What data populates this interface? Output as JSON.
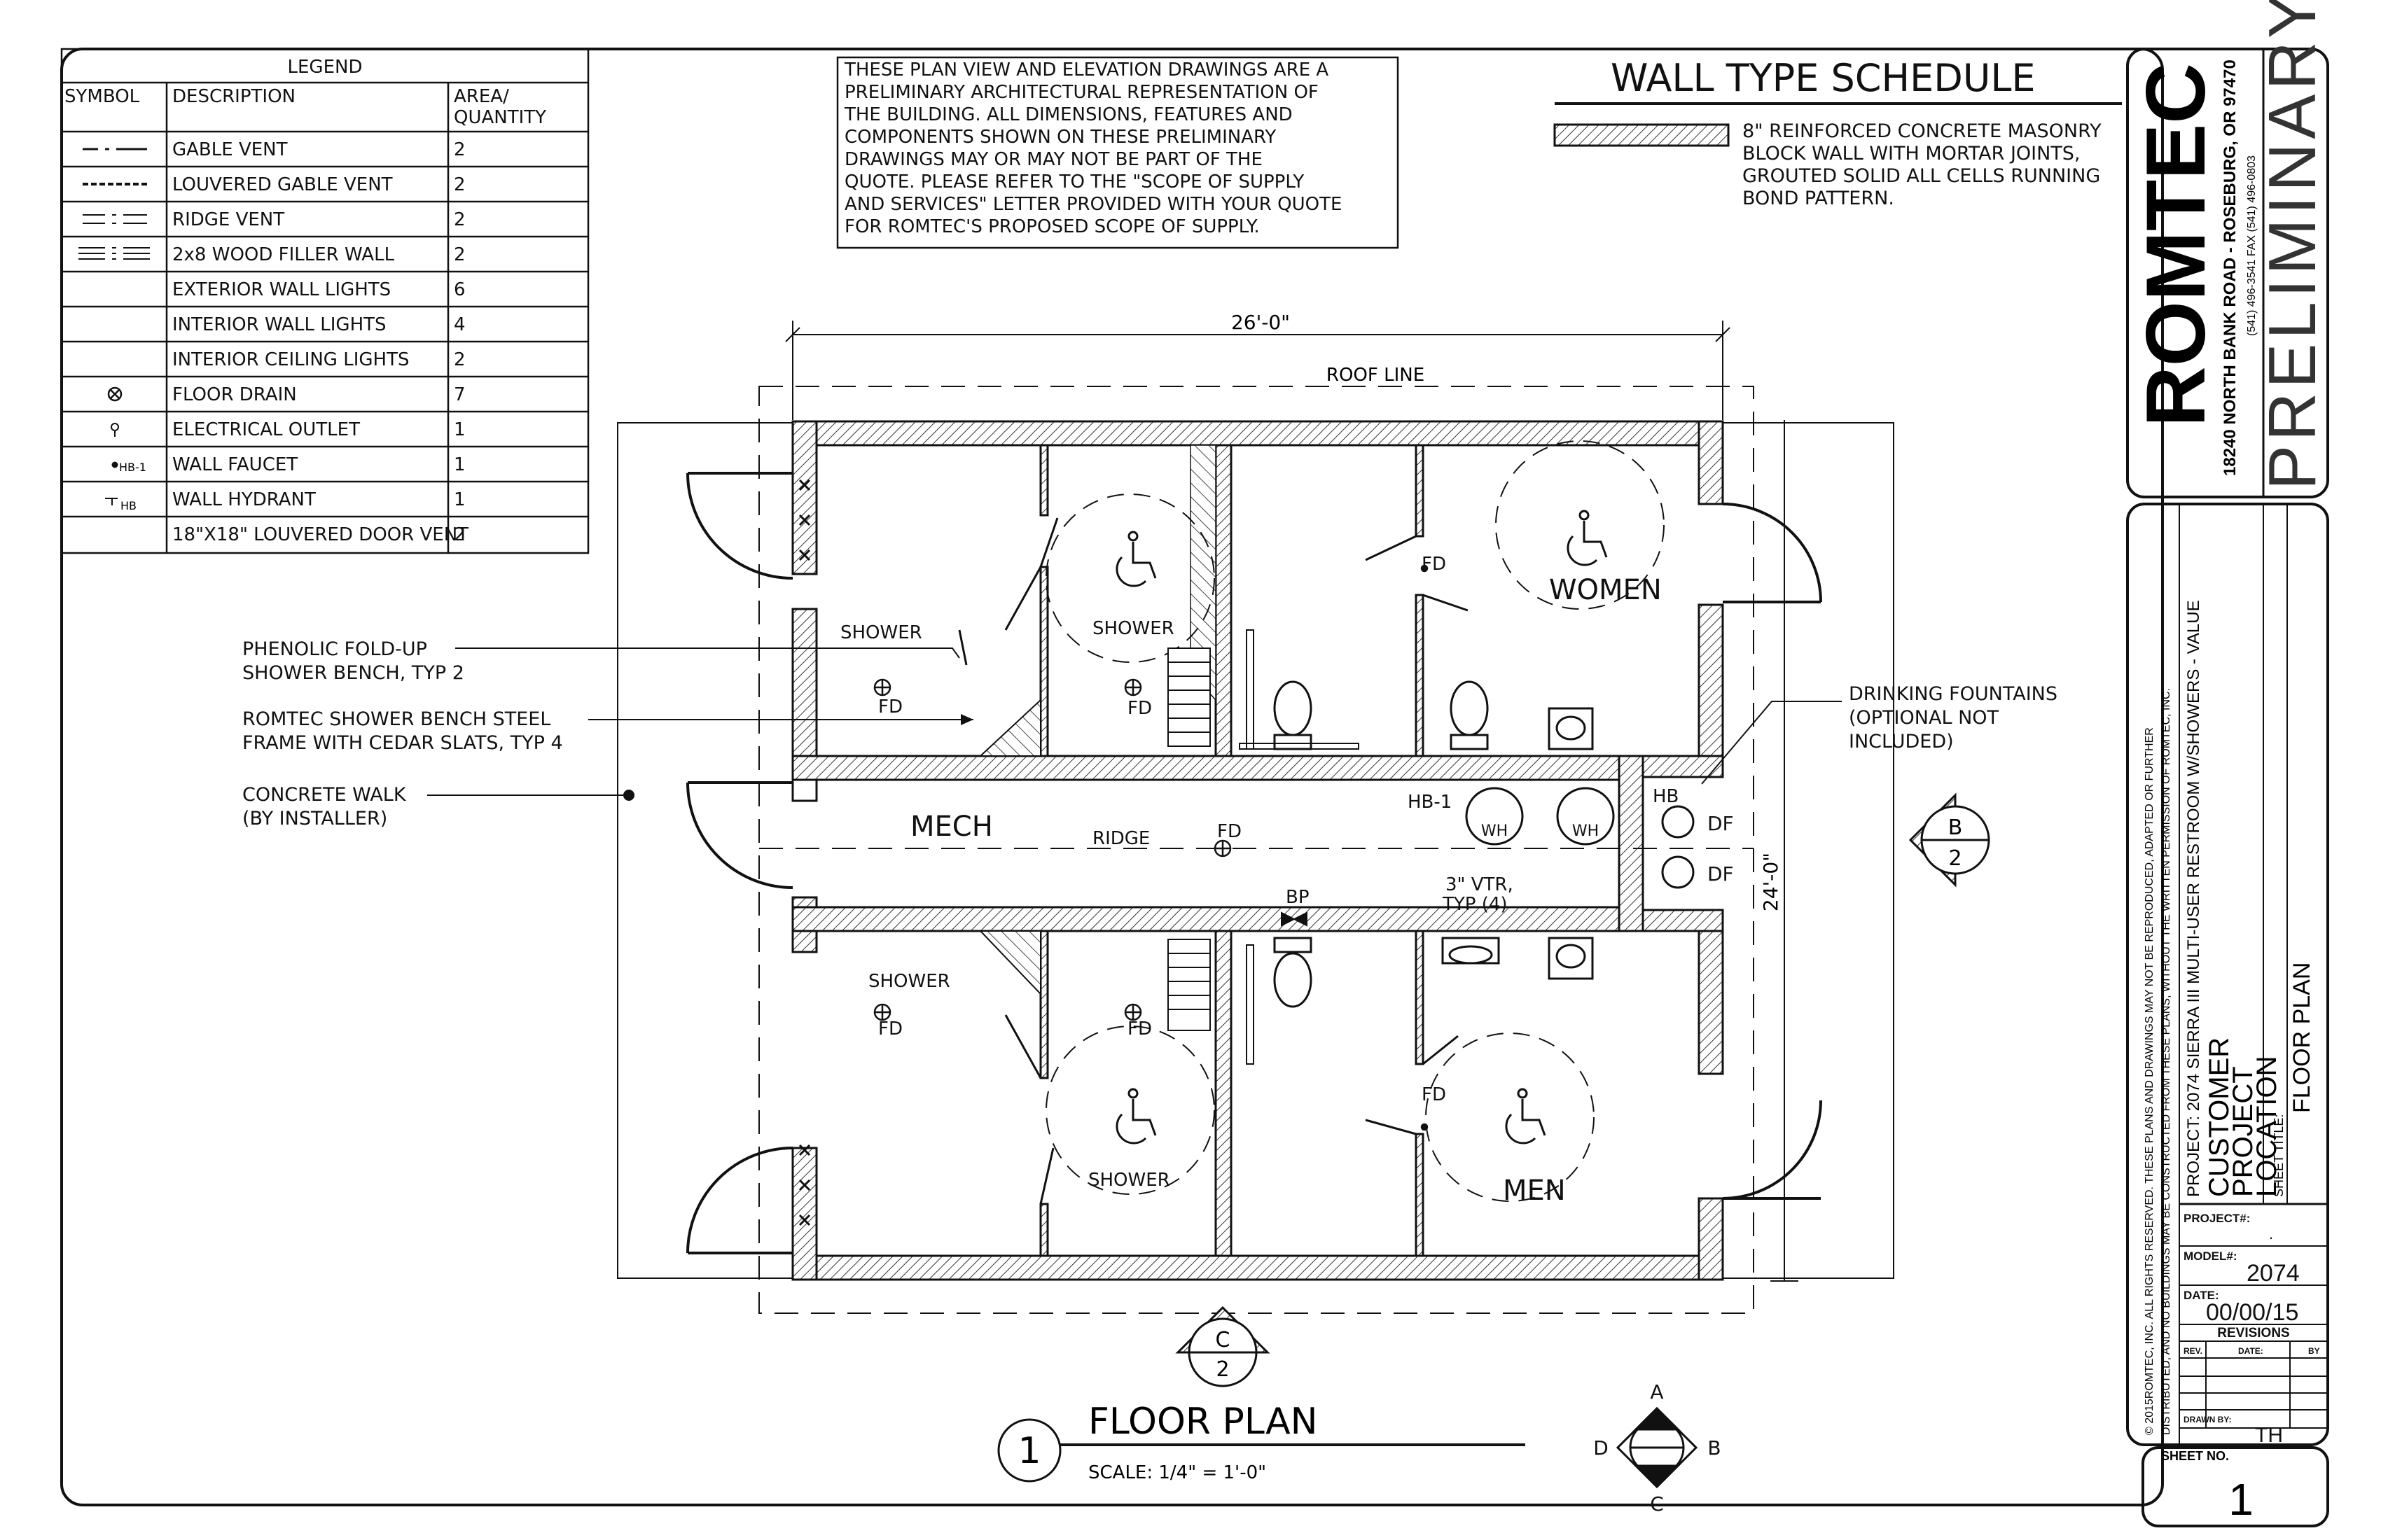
{
  "legend": {
    "title": "LEGEND",
    "headers": [
      "SYMBOL",
      "DESCRIPTION",
      "AREA/ QUANTITY"
    ],
    "rows": [
      {
        "symbol": "gable-vent",
        "description": "GABLE VENT",
        "quantity": "2"
      },
      {
        "symbol": "louvered-gable-vent",
        "description": "LOUVERED GABLE VENT",
        "quantity": "2"
      },
      {
        "symbol": "ridge-vent",
        "description": "RIDGE VENT",
        "quantity": "2"
      },
      {
        "symbol": "wood-filler-wall",
        "description": "2x8 WOOD FILLER WALL",
        "quantity": "2"
      },
      {
        "symbol": "",
        "description": "EXTERIOR WALL LIGHTS",
        "quantity": "6"
      },
      {
        "symbol": "",
        "description": "INTERIOR WALL LIGHTS",
        "quantity": "4"
      },
      {
        "symbol": "",
        "description": "INTERIOR CEILING LIGHTS",
        "quantity": "2"
      },
      {
        "symbol": "floor-drain",
        "description": "FLOOR DRAIN",
        "quantity": "7"
      },
      {
        "symbol": "electrical-outlet",
        "description": "ELECTRICAL OUTLET",
        "quantity": "1"
      },
      {
        "symbol": "wall-faucet",
        "description": "WALL FAUCET",
        "quantity": "1"
      },
      {
        "symbol": "wall-hydrant",
        "description": "WALL HYDRANT",
        "quantity": "1"
      },
      {
        "symbol": "",
        "description": "18\"X18\" LOUVERED DOOR VENT",
        "quantity": "2"
      }
    ],
    "symbol_labels": {
      "wall_faucet": "HB-1",
      "wall_hydrant": "HB"
    }
  },
  "note": {
    "lines": [
      "THESE PLAN VIEW AND ELEVATION DRAWINGS ARE A",
      "PRELIMINARY ARCHITECTURAL REPRESENTATION OF",
      "THE BUILDING. ALL DIMENSIONS, FEATURES AND",
      "COMPONENTS SHOWN ON THESE PRELIMINARY",
      "DRAWINGS MAY OR MAY NOT BE PART OF THE",
      "QUOTE. PLEASE REFER TO THE \"SCOPE OF SUPPLY",
      "AND SERVICES\" LETTER PROVIDED WITH YOUR QUOTE",
      "FOR ROMTEC'S PROPOSED SCOPE OF SUPPLY."
    ]
  },
  "wall_schedule": {
    "title": "WALL TYPE SCHEDULE",
    "lines": [
      "8\" REINFORCED CONCRETE MASONRY",
      "BLOCK WALL WITH MORTAR JOINTS,",
      "GROUTED SOLID ALL CELLS RUNNING",
      "BOND PATTERN."
    ]
  },
  "plan": {
    "dim_width": "26'-0\"",
    "dim_depth": "24'-0\"",
    "roof_line": "ROOF LINE",
    "mech": "MECH",
    "ridge": "RIDGE",
    "fd": "FD",
    "bp": "BP",
    "vtr": [
      "3\" VTR,",
      "TYP (4)"
    ],
    "hb1": "HB-1",
    "hb": "HB",
    "df": "DF",
    "wh": "WH",
    "shower": "SHOWER",
    "women": "WOMEN",
    "men": "MEN"
  },
  "callouts": {
    "bench": [
      "PHENOLIC FOLD-UP",
      "SHOWER BENCH, TYP 2"
    ],
    "frame": [
      "ROMTEC SHOWER BENCH STEEL",
      "FRAME WITH CEDAR SLATS, TYP 4"
    ],
    "walk": [
      "CONCRETE WALK",
      "(BY INSTALLER)"
    ],
    "fountains": [
      "DRINKING FOUNTAINS",
      "(OPTIONAL NOT",
      "INCLUDED)"
    ]
  },
  "markers": {
    "elev_b": {
      "letter": "B",
      "num": "2"
    },
    "elev_c": {
      "letter": "C",
      "num": "2"
    },
    "compass": {
      "n": "A",
      "e": "B",
      "s": "C",
      "w": "D"
    }
  },
  "drawing_title": {
    "number": "1",
    "title": "FLOOR PLAN",
    "scale": "SCALE: 1/4\" = 1'-0\""
  },
  "title_block": {
    "company": "ROMTEC",
    "address": "18240 NORTH BANK ROAD - ROSEBURG, OR 97470",
    "phone": "(541) 496-3541    FAX (541) 496-0803",
    "stamp": "PRELIMINARY",
    "copyright": [
      "© 2015ROMTEC, INC.  ALL RIGHTS RESERVED.  THESE PLANS AND DRAWINGS MAY NOT BE REPRODUCED, ADAPTED OR FURTHER",
      "DISTRIBUTED, AND NO BUILDINGS MAY BE CONSTRUCTED FROM THESE PLANS, WITHOUT THE WRITTEN PERMISSION OF ROMTEC, INC."
    ],
    "project": "PROJECT: 2074 SIERRA III MULTI-USER RESTROOM W/SHOWERS - VALUE",
    "customer": [
      "CUSTOMER",
      "PROJECT",
      "LOCATION"
    ],
    "sheet_title_label": "SHEET TITLE:",
    "sheet_title": "FLOOR PLAN",
    "project_no_label": "PROJECT#:",
    "project_no": ".",
    "model_label": "MODEL#:",
    "model": "2074",
    "date_label": "DATE:",
    "date": "00/00/15",
    "revisions": "REVISIONS",
    "rev_headers": [
      "REV.",
      "DATE:",
      "BY"
    ],
    "drawn_by_label": "DRAWN BY:",
    "drawn_by": "TH",
    "sheet_no_label": "SHEET NO.",
    "sheet_no": "1"
  }
}
